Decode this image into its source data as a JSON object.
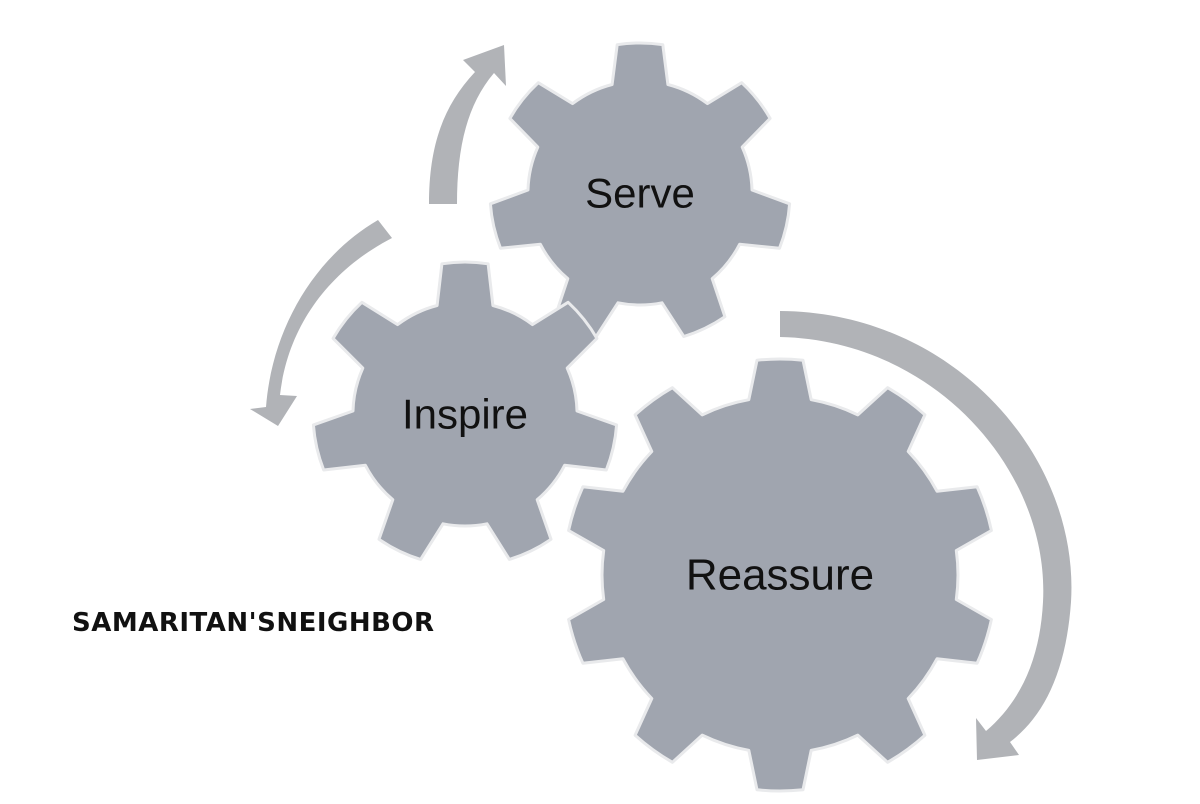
{
  "diagram": {
    "gears": [
      {
        "id": "serve",
        "label": "Serve"
      },
      {
        "id": "inspire",
        "label": "Inspire"
      },
      {
        "id": "reassure",
        "label": "Reassure"
      }
    ],
    "watermark": "SAMARITAN'SNEIGHBOR"
  },
  "colors": {
    "gear_fill": "#a0a5af",
    "gear_outline": "#e9eaec",
    "arrow_fill": "#b1b3b7",
    "label_text": "#111111",
    "background": "#ffffff"
  }
}
